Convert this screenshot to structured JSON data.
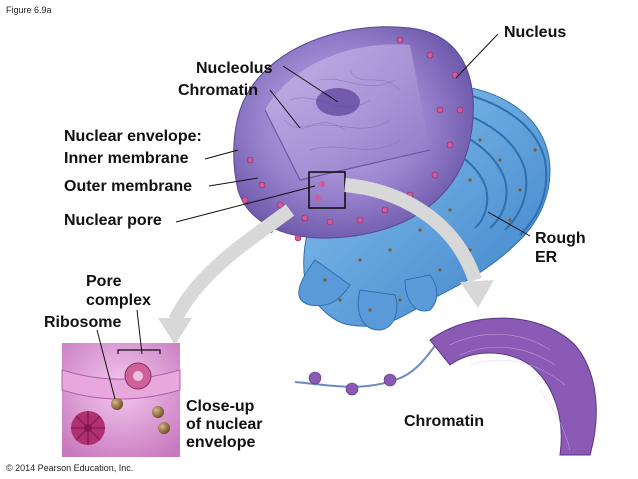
{
  "figure_id": "Figure 6.9a",
  "copyright": "© 2014 Pearson Education, Inc.",
  "labels": {
    "nucleus": "Nucleus",
    "nucleolus": "Nucleolus",
    "chromatin_top": "Chromatin",
    "nuclear_envelope": "Nuclear envelope:",
    "inner_membrane": "Inner membrane",
    "outer_membrane": "Outer membrane",
    "nuclear_pore": "Nuclear pore",
    "rough_er_line1": "Rough",
    "rough_er_line2": "ER",
    "pore_complex_line1": "Pore",
    "pore_complex_line2": "complex",
    "ribosome": "Ribosome",
    "closeup_line1": "Close-up",
    "closeup_line2": "of nuclear",
    "closeup_line3": "envelope",
    "chromatin_bottom": "Chromatin"
  },
  "colors": {
    "nucleus_body": "#8c78c8",
    "nucleus_interior": "#b4a0dc",
    "rough_er": "#5aa0dc",
    "ribosome": "#8a6a3a",
    "pore": "#d05a9a",
    "arrow": "#d8d8d8",
    "chromatin": "#8a5ab4"
  },
  "icons": {
    "arrow_left": "curved-gray-arrow",
    "arrow_right": "curved-gray-arrow"
  }
}
